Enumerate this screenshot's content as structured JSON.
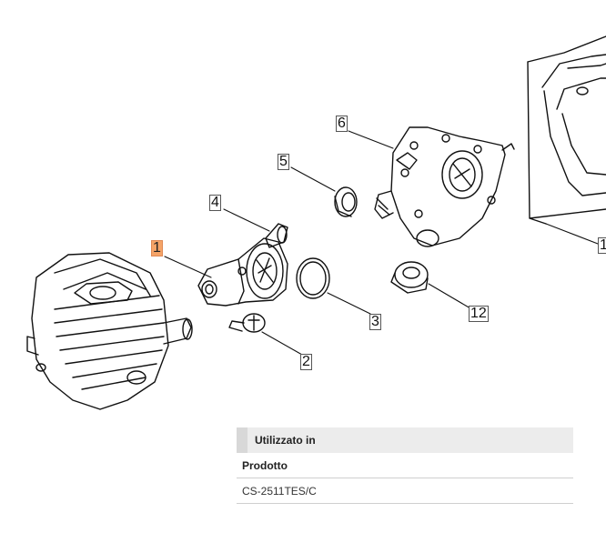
{
  "diagram": {
    "callouts": [
      {
        "id": "c1",
        "label": "1",
        "active": true
      },
      {
        "id": "c2",
        "label": "2"
      },
      {
        "id": "c3",
        "label": "3"
      },
      {
        "id": "c4",
        "label": "4"
      },
      {
        "id": "c5",
        "label": "5"
      },
      {
        "id": "c6",
        "label": "6"
      },
      {
        "id": "c12",
        "label": "12"
      },
      {
        "id": "c1b",
        "label": "1"
      }
    ],
    "highlight_color": "#f5a468"
  },
  "usage_table": {
    "header": "Utilizzato in",
    "column_label": "Prodotto",
    "rows": [
      "CS-2511TES/C"
    ]
  }
}
